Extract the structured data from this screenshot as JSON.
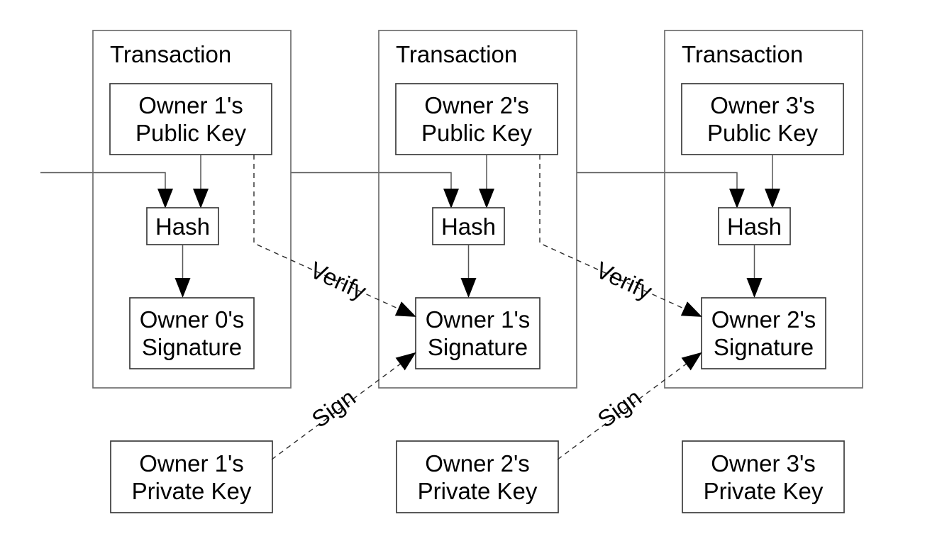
{
  "diagram": {
    "name": "transaction-chain-diagram",
    "colors": {
      "background": "#ffffff",
      "box_border": "#3c3c3c",
      "transaction_border": "#6e6e6e",
      "arrow": "#000000",
      "text": "#000000"
    },
    "transactions": [
      {
        "label": "Transaction",
        "public_key_line1": "Owner 1's",
        "public_key_line2": "Public Key",
        "hash_label": "Hash",
        "signature_line1": "Owner 0's",
        "signature_line2": "Signature"
      },
      {
        "label": "Transaction",
        "public_key_line1": "Owner 2's",
        "public_key_line2": "Public Key",
        "hash_label": "Hash",
        "signature_line1": "Owner 1's",
        "signature_line2": "Signature"
      },
      {
        "label": "Transaction",
        "public_key_line1": "Owner 3's",
        "public_key_line2": "Public Key",
        "hash_label": "Hash",
        "signature_line1": "Owner 2's",
        "signature_line2": "Signature"
      }
    ],
    "private_keys": [
      {
        "line1": "Owner 1's",
        "line2": "Private Key"
      },
      {
        "line1": "Owner 2's",
        "line2": "Private Key"
      },
      {
        "line1": "Owner 3's",
        "line2": "Private Key"
      }
    ],
    "edge_labels": {
      "verify": [
        "Verify",
        "Verify"
      ],
      "sign": [
        "Sign",
        "Sign"
      ]
    }
  }
}
